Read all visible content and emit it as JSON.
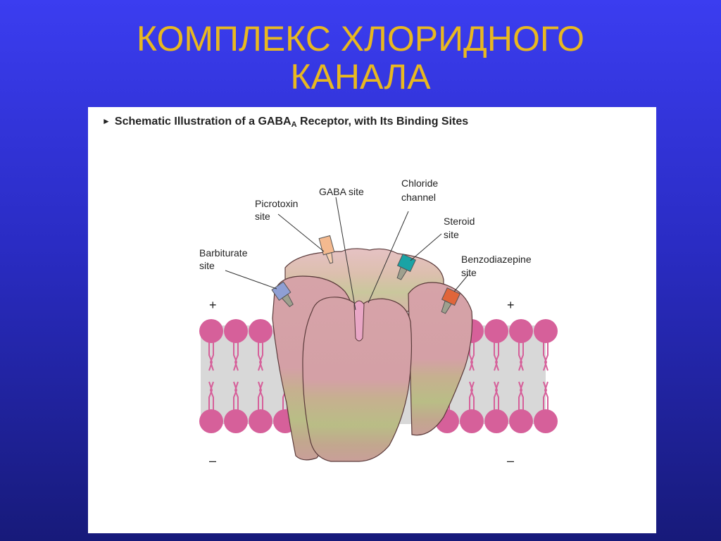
{
  "slide": {
    "title_line1": "КОМПЛЕКС ХЛОРИДНОГО",
    "title_line2": "КАНАЛА"
  },
  "figure": {
    "caption_arrow": "►",
    "caption_pre": "Schematic Illustration of a GABA",
    "caption_sub": "A",
    "caption_post": " Receptor, with Its Binding Sites",
    "labels": {
      "barbiturate": [
        "Barbiturate",
        "site"
      ],
      "picrotoxin": [
        "Picrotoxin",
        "site"
      ],
      "gaba": [
        "GABA site"
      ],
      "chloride": [
        "Chloride",
        "channel"
      ],
      "steroid": [
        "Steroid",
        "site"
      ],
      "benzodiazepine": [
        "Benzodiazepine",
        "site"
      ]
    },
    "charge_plus": "+",
    "charge_minus": "–"
  },
  "colors": {
    "background": "#2a2cc4",
    "title": "#e8b820",
    "lipid_head": "#d6609a",
    "membrane_fill": "#d8d8d8",
    "receptor_pink": "#d4a0a6",
    "receptor_band": "#bdbf8c"
  }
}
